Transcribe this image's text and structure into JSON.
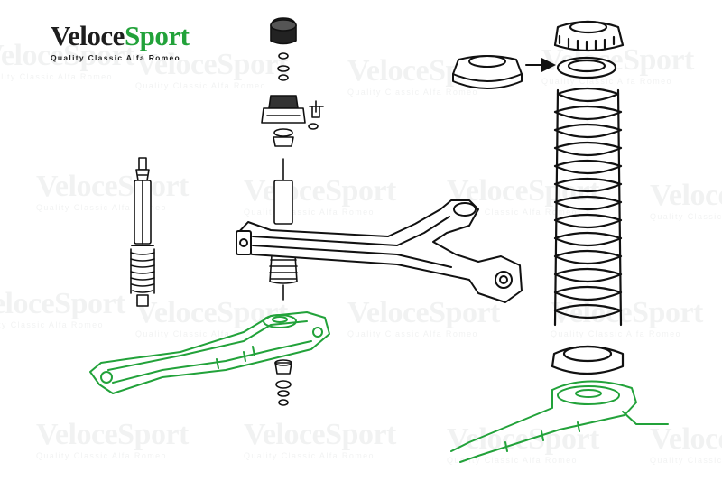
{
  "brand": {
    "name_part1": "Veloce",
    "name_part2": "Sport",
    "tagline": "Quality Classic Alfa Romeo",
    "accent_color": "#22a23a",
    "text_color": "#1e1e1e"
  },
  "watermark": {
    "name": "VeloceSport",
    "tagline": "Quality Classic Alfa Romeo"
  },
  "diagram": {
    "line_color": "#111111",
    "highlight_color": "#22a23a",
    "arrow_icon": "arrow-right-icon"
  }
}
